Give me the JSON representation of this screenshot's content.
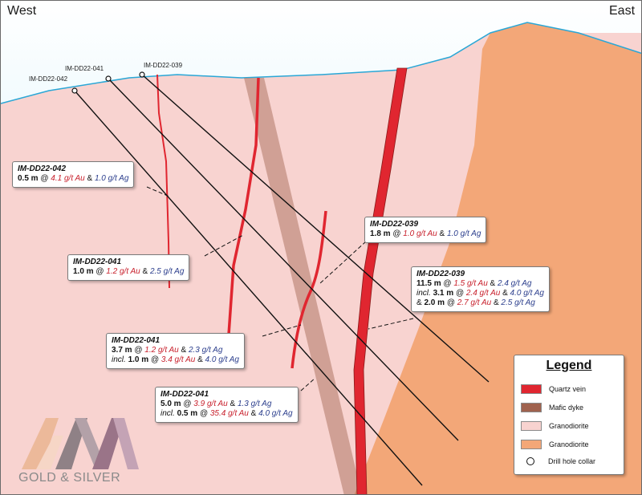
{
  "directions": {
    "west": "West",
    "east": "East"
  },
  "drill_holes": [
    {
      "id": "IM-DD22-042"
    },
    {
      "id": "IM-DD22-041"
    },
    {
      "id": "IM-DD22-039"
    }
  ],
  "callouts": {
    "c042": {
      "title": "IM-DD22-042",
      "l1_w": "0.5 m",
      "l1_at": "@",
      "l1_au": "4.1 g/t Au",
      "l1_amp": "&",
      "l1_ag": "1.0 g/t Ag"
    },
    "c041a": {
      "title": "IM-DD22-041",
      "l1_w": "1.0 m",
      "l1_at": "@",
      "l1_au": "1.2 g/t Au",
      "l1_amp": "&",
      "l1_ag": "2.5 g/t Ag"
    },
    "c039a": {
      "title": "IM-DD22-039",
      "l1_w": "1.8 m",
      "l1_at": "@",
      "l1_au": "1.0 g/t Au",
      "l1_amp": "&",
      "l1_ag": "1.0 g/t Ag"
    },
    "c039b": {
      "title": "IM-DD22-039",
      "l1_w": "11.5 m",
      "l1_at": "@",
      "l1_au": "1.5 g/t Au",
      "l1_amp": "&",
      "l1_ag": "2.4 g/t Ag",
      "l2_incl": "incl.",
      "l2_w": "3.1 m",
      "l2_at": "@",
      "l2_au": "2.4 g/t Au",
      "l2_amp": "&",
      "l2_ag": "4.0 g/t Ag",
      "l3_pre": "&",
      "l3_w": "2.0 m",
      "l3_at": "@",
      "l3_au": "2.7 g/t Au",
      "l3_amp": "&",
      "l3_ag": "2.5 g/t Ag"
    },
    "c041b": {
      "title": "IM-DD22-041",
      "l1_w": "3.7 m",
      "l1_at": "@",
      "l1_au": "1.2 g/t Au",
      "l1_amp": "&",
      "l1_ag": "2.3 g/t Ag",
      "l2_incl": "incl.",
      "l2_w": "1.0 m",
      "l2_at": "@",
      "l2_au": "3.4 g/t Au",
      "l2_amp": "&",
      "l2_ag": "4.0 g/t Ag"
    },
    "c041c": {
      "title": "IM-DD22-041",
      "l1_w": "5.0 m",
      "l1_at": "@",
      "l1_au": "3.9 g/t Au",
      "l1_amp": "&",
      "l1_ag": "1.3 g/t Ag",
      "l2_incl": "incl.",
      "l2_w": "0.5 m",
      "l2_at": "@",
      "l2_au": "35.4 g/t Au",
      "l2_amp": "&",
      "l2_ag": "4.0 g/t Ag"
    }
  },
  "legend": {
    "title": "Legend",
    "items": [
      {
        "label": "Quartz vein",
        "color": "#e02630"
      },
      {
        "label": "Mafic dyke",
        "color": "#a0624e"
      },
      {
        "label": "Granodiorite",
        "color": "#f8d3d0"
      },
      {
        "label": "Granodiorite",
        "color": "#f3a778"
      },
      {
        "label": "Drill hole collar",
        "icon": "circle-outline-icon"
      }
    ]
  },
  "logo": {
    "name": "GOLD & SILVER"
  },
  "colors": {
    "sky_top": "#ffffff",
    "sky_bottom": "#3fc5ee",
    "granodiorite_pink": "#f8d3d0",
    "granodiorite_orange": "#f3a778",
    "quartz_vein": "#e02630",
    "mafic_dyke": "#a0624e",
    "drill_trace": "#111111"
  }
}
